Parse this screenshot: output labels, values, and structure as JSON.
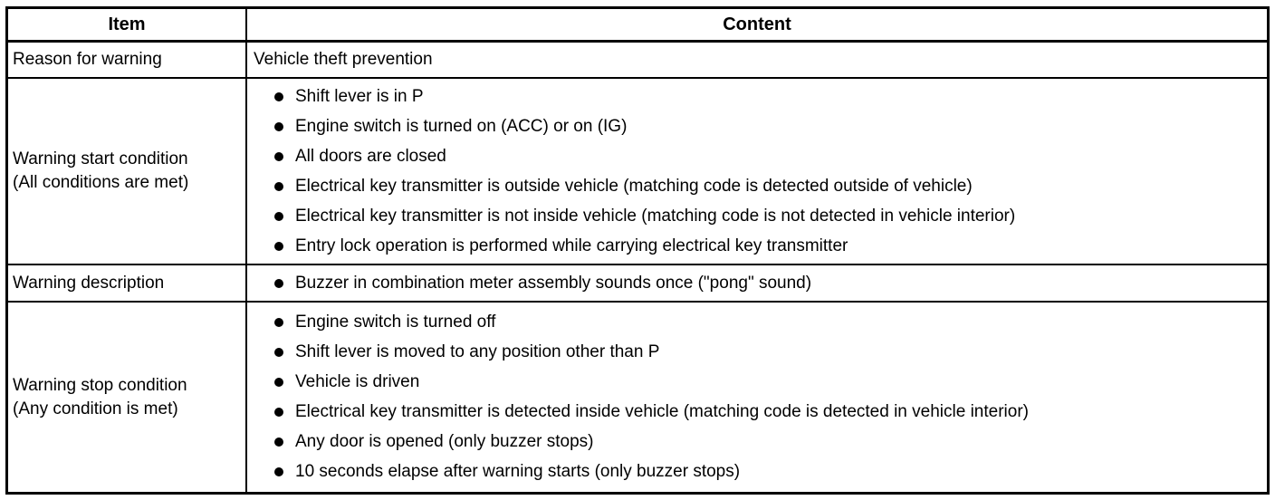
{
  "colors": {
    "border": "#000000",
    "text": "#000000",
    "background": "#ffffff"
  },
  "table": {
    "header": {
      "item": "Item",
      "content": "Content"
    },
    "rows": [
      {
        "item_lines": [
          "Reason for warning"
        ],
        "content_text": "Vehicle theft prevention"
      },
      {
        "item_lines": [
          "Warning start condition",
          "(All conditions are met)"
        ],
        "bullets": [
          "Shift lever is in P",
          "Engine switch is turned on (ACC) or on (IG)",
          "All doors are closed",
          "Electrical key transmitter is outside vehicle (matching code is detected outside of vehicle)",
          "Electrical key transmitter is not inside vehicle (matching code is not detected in vehicle interior)",
          "Entry lock operation is performed while carrying electrical key transmitter"
        ]
      },
      {
        "item_lines": [
          "Warning description"
        ],
        "bullets": [
          "Buzzer in combination meter assembly sounds once (\"pong\" sound)"
        ]
      },
      {
        "item_lines": [
          "Warning stop condition",
          "(Any condition is met)"
        ],
        "bullets": [
          "Engine switch is turned off",
          "Shift lever is moved to any position other than P",
          "Vehicle is driven",
          "Electrical key transmitter is detected inside vehicle (matching code is detected in vehicle interior)",
          "Any door is opened (only buzzer stops)",
          "10 seconds elapse after warning starts (only buzzer stops)"
        ]
      }
    ]
  }
}
